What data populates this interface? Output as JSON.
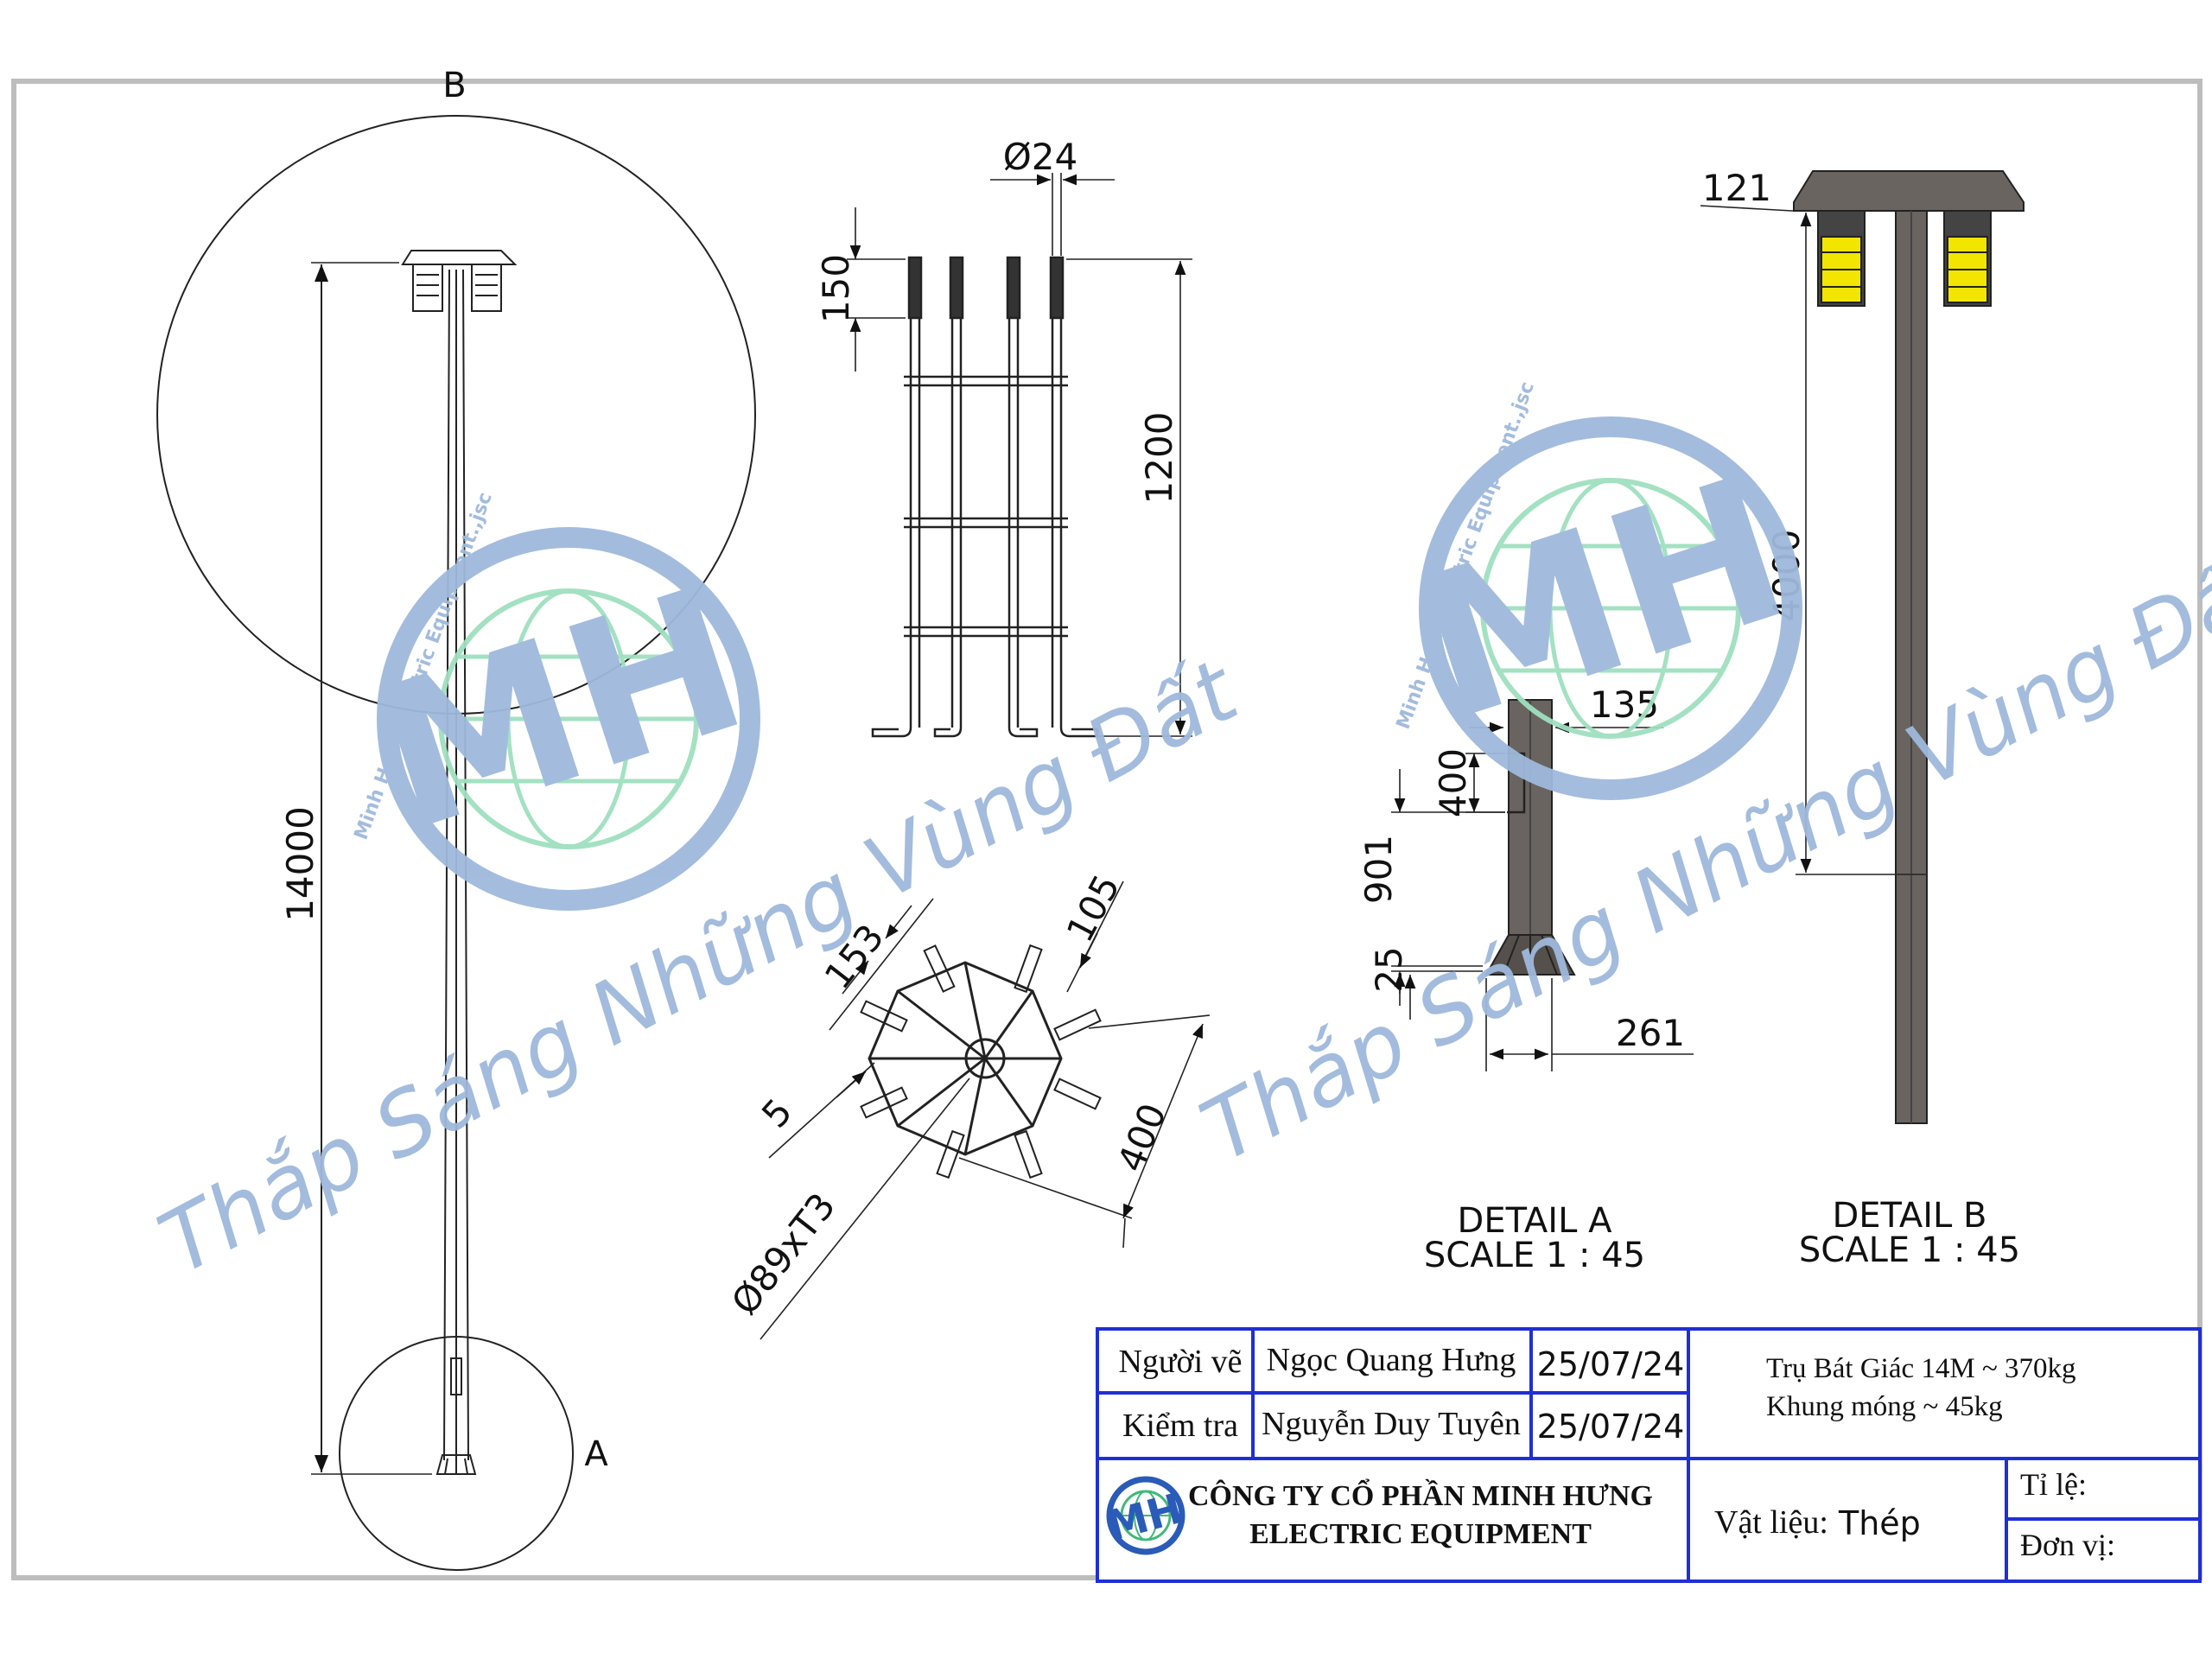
{
  "views": {
    "main": {
      "height": "14000",
      "detail_b_marker": "B",
      "detail_a_marker": "A"
    },
    "anchor": {
      "dia": "Ø24",
      "thread": "150",
      "length": "1200"
    },
    "plate": {
      "d153": "153",
      "d105": "105",
      "d5": "5",
      "d400": "400",
      "tube": "Ø89xT3"
    },
    "detail_a": {
      "d135": "135",
      "d400": "400",
      "d901": "901",
      "d25": "25",
      "d261": "261",
      "title": "DETAIL A",
      "scale": "SCALE 1 : 45"
    },
    "detail_b": {
      "d121": "121",
      "d4000": "4000",
      "title": "DETAIL B",
      "scale": "SCALE 1 : 45"
    }
  },
  "watermark": {
    "slogan": "Thắp Sáng Những Vùng Đất",
    "ring_text": "Minh Hung Electric Equipment.,jsc",
    "logo": "MH"
  },
  "title_block": {
    "drawn_by_label": "Người vẽ",
    "drawn_by_name": "Ngọc Quang Hưng",
    "drawn_date": "25/07/24",
    "checked_label": "Kiểm tra",
    "checked_name": "Nguyễn Duy Tuyên",
    "checked_date": "25/07/24",
    "product_line1": "Trụ Bát Giác 14M ~ 370kg",
    "product_line2": "Khung móng ~ 45kg",
    "company_line1": "CÔNG TY CỔ PHẦN MINH HƯNG",
    "company_line2": "ELECTRIC EQUIPMENT",
    "material_label": "Vật liệu:",
    "material_value": "Thép",
    "scale_label": "Tỉ lệ:",
    "unit_label": "Đơn vị:"
  },
  "colors": {
    "line": "#222222",
    "title_block_border": "#1f2fd6",
    "watermark_blue": "#9fb9dc",
    "watermark_green": "#9fe0bf",
    "pole_fill": "#6a6460",
    "lamp_yellow": "#f2e600"
  }
}
